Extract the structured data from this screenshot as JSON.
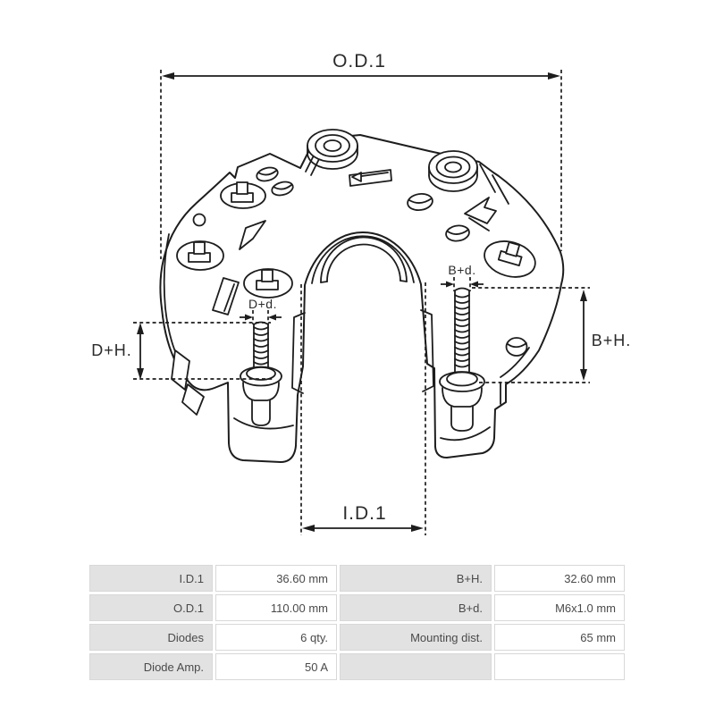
{
  "diagram": {
    "labels": {
      "od1": "O.D.1",
      "id1": "I.D.1",
      "dh": "D+H.",
      "bh": "B+H.",
      "dd": "D+d.",
      "bd": "B+d."
    },
    "line_color": "#1d1d1d",
    "dimension_text_color": "#2b2b2b"
  },
  "table": {
    "label_bg": "#e2e2e2",
    "value_bg": "#ffffff",
    "text_color": "#4a4a4a",
    "rows": [
      [
        "I.D.1",
        "36.60 mm",
        "B+H.",
        "32.60 mm"
      ],
      [
        "O.D.1",
        "110.00 mm",
        "B+d.",
        "M6x1.0 mm"
      ],
      [
        "Diodes",
        "6 qty.",
        "Mounting dist.",
        "65 mm"
      ],
      [
        "Diode Amp.",
        "50 A",
        "",
        ""
      ]
    ]
  }
}
